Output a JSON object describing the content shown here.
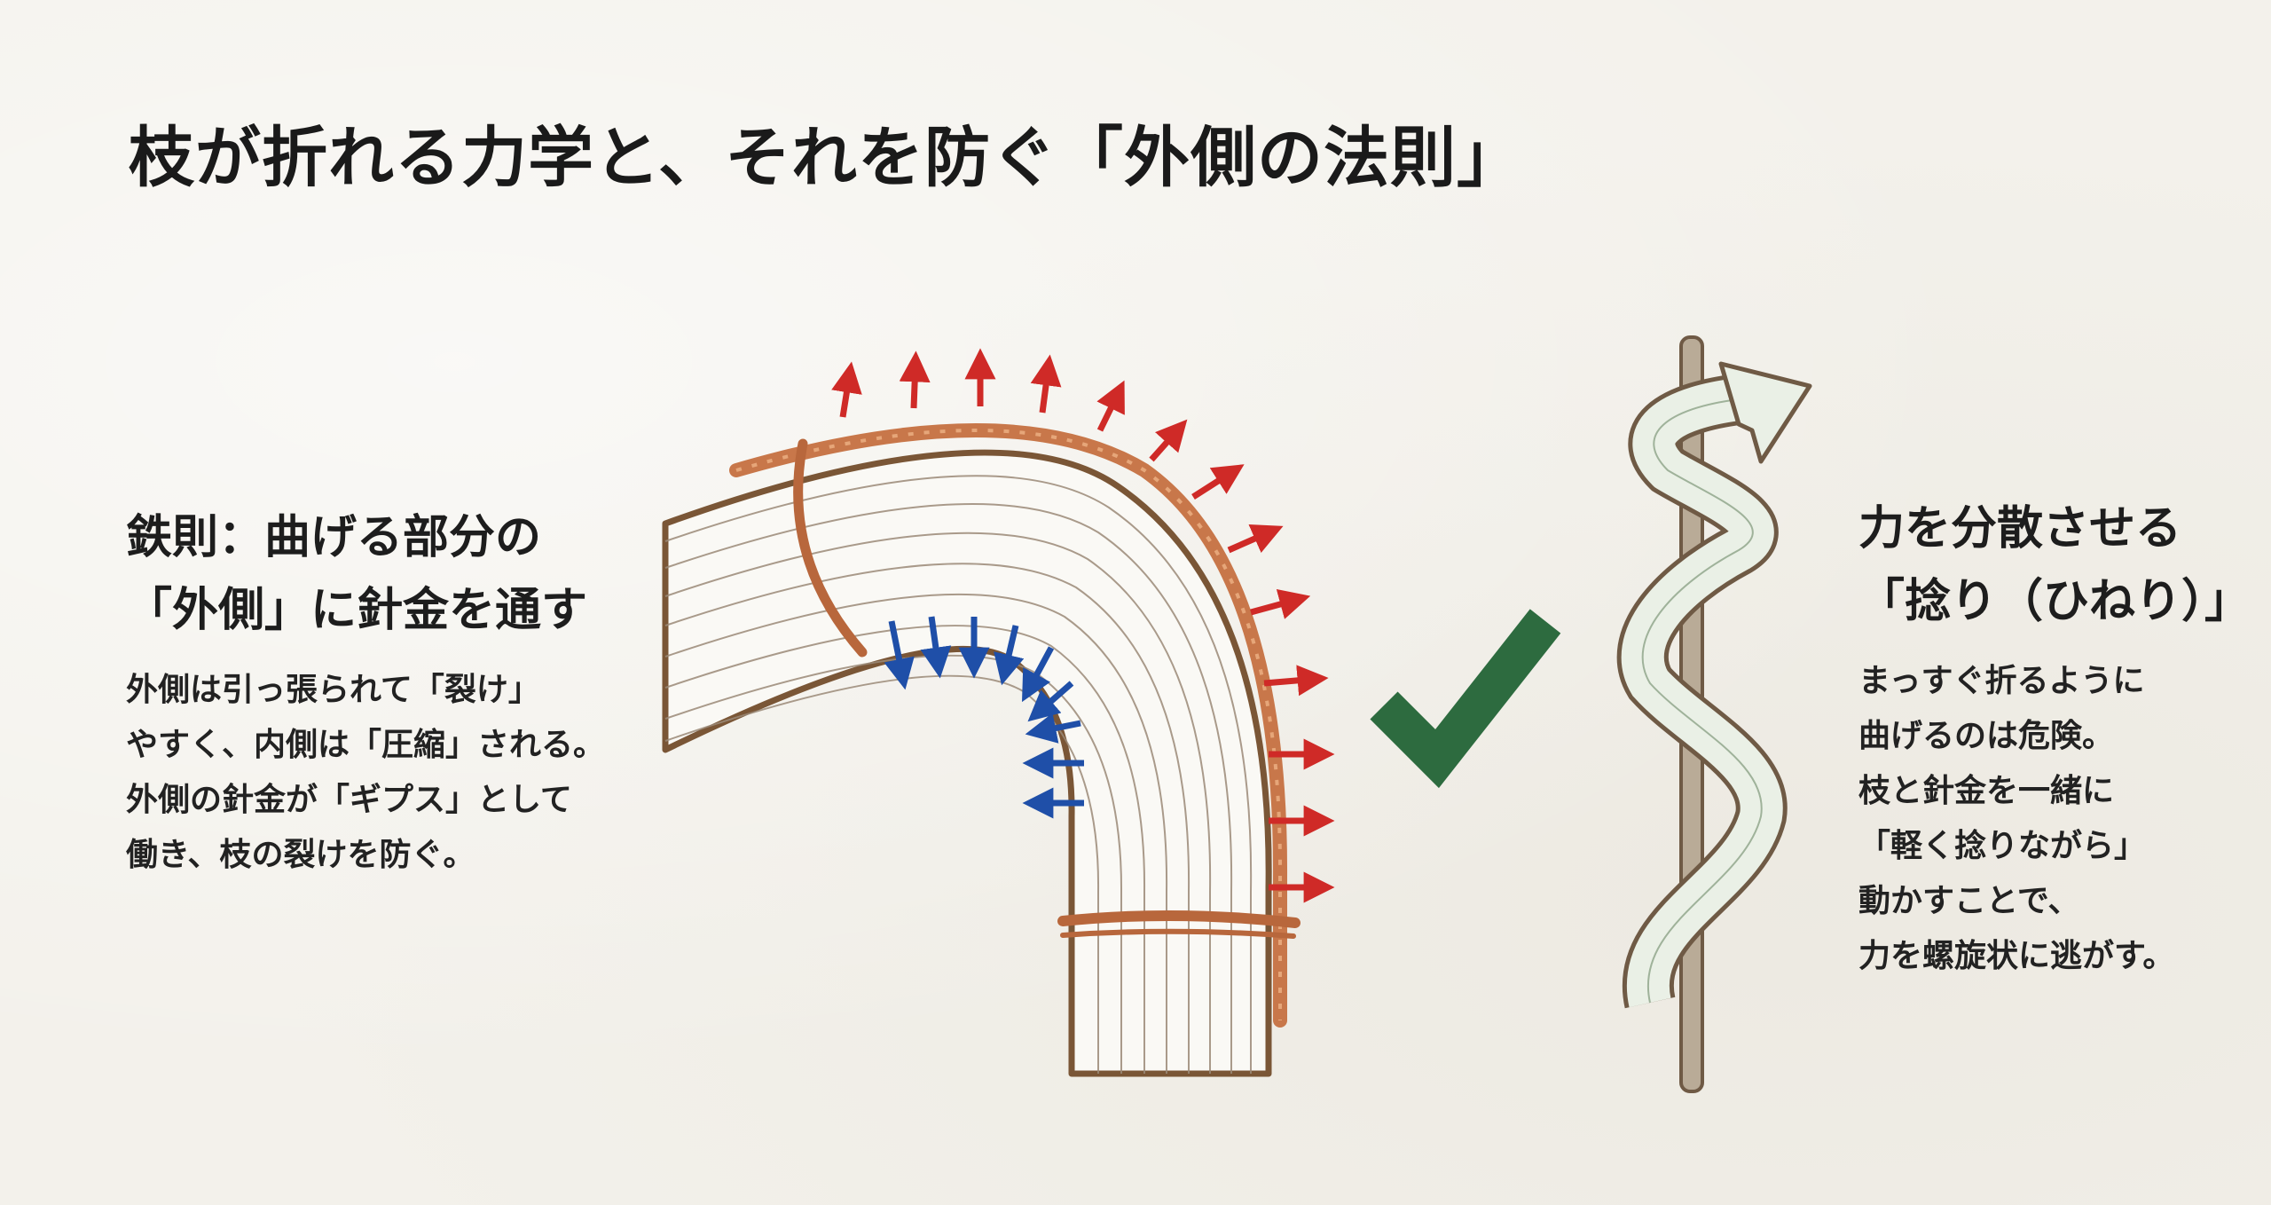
{
  "title": "枝が折れる力学と、それを防ぐ「外側の法則」",
  "left": {
    "heading_lines": [
      "鉄則：曲げる部分の",
      "「外側」に針金を通す"
    ],
    "body_lines": [
      "外側は引っ張られて「裂け」",
      "やすく、内側は「圧縮」される。",
      "外側の針金が「ギプス」として",
      "働き、枝の裂けを防ぐ。"
    ]
  },
  "right": {
    "heading_lines": [
      "力を分散させる",
      "「捻り（ひねり）」"
    ],
    "body_lines": [
      "まっすぐ折るように",
      "曲げるのは危険。",
      "枝と針金を一緒に",
      "「軽く捻りながら」",
      "動かすことで、",
      "力を螺旋状に逃がす。"
    ]
  },
  "colors": {
    "tension_arrow": "#cf2a27",
    "compression_arrow": "#1f4fa8",
    "wire": "#c8774a",
    "branch_outline": "#7a5636",
    "check": "#2d6b3f"
  },
  "icons": [
    "check-icon",
    "twist-arrow-icon"
  ]
}
